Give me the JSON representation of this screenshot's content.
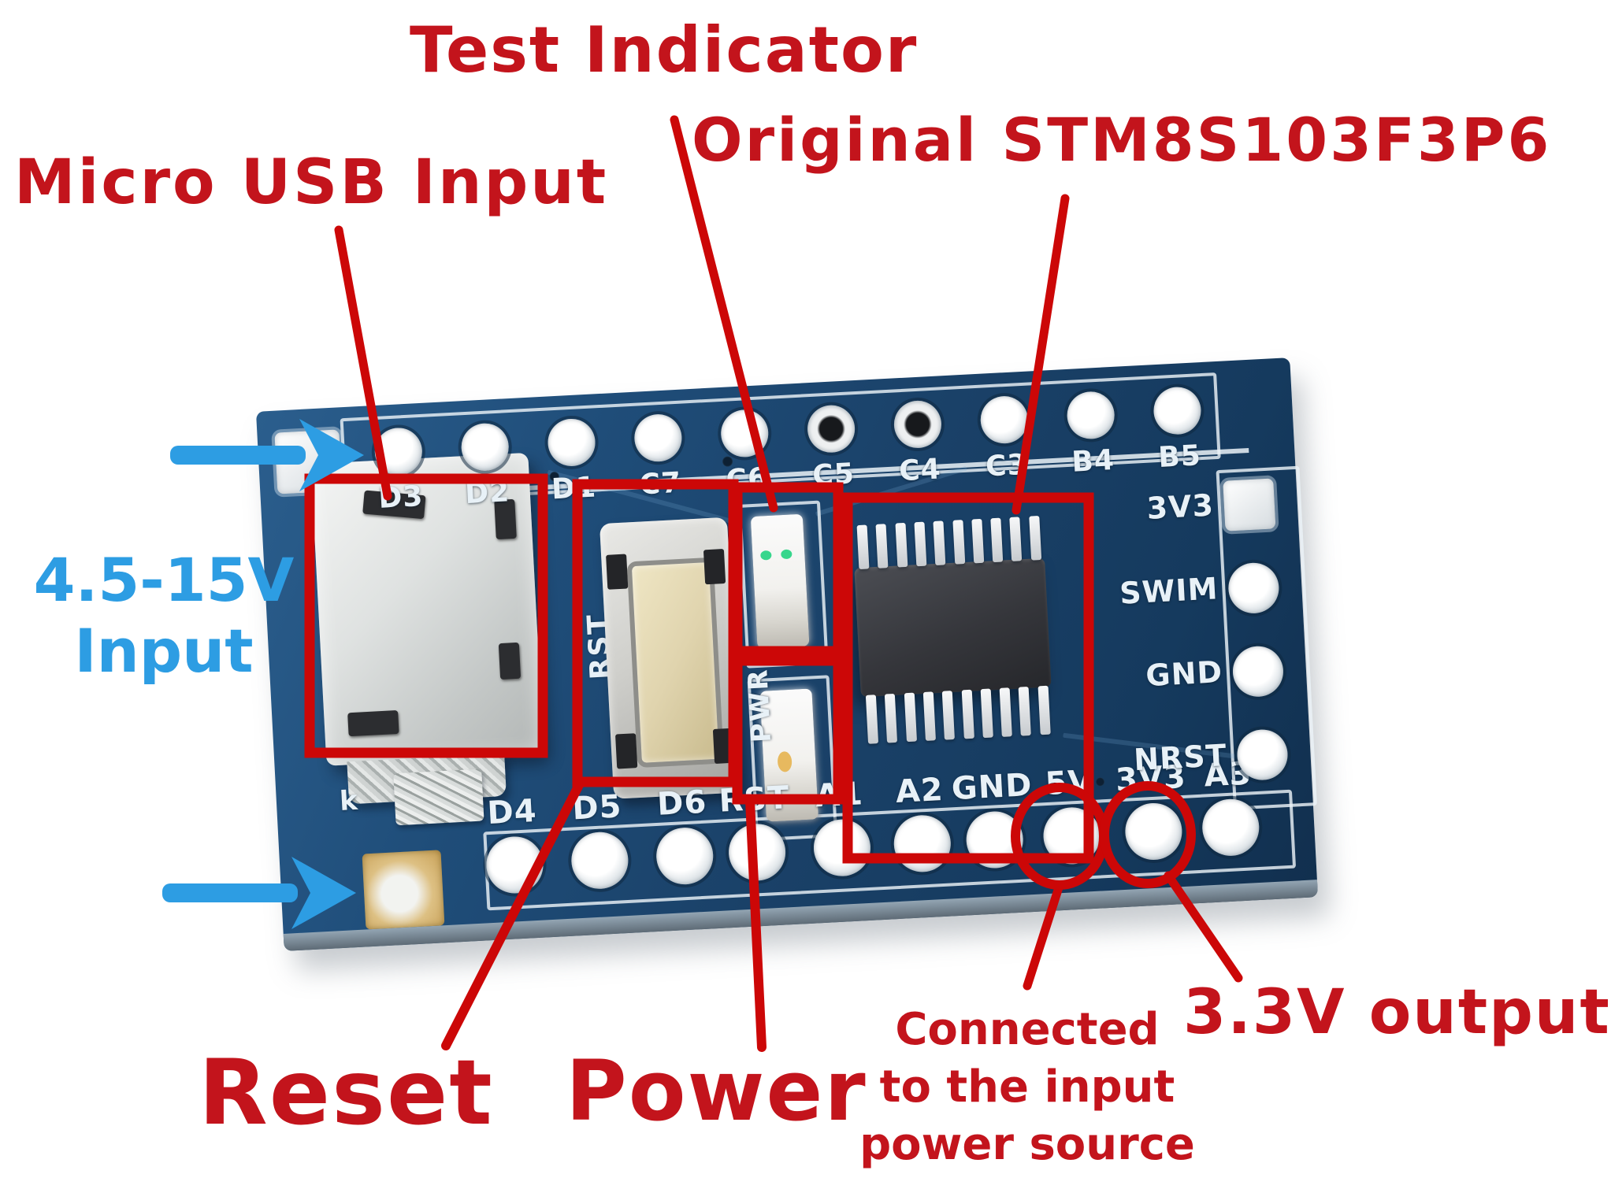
{
  "annotations": {
    "test_indicator": "Test Indicator",
    "original_chip": "Original STM8S103F3P6",
    "micro_usb_input": "Micro USB Input",
    "voltage_input": {
      "line1": "4.5-15V",
      "line2": "Input"
    },
    "reset": "Reset",
    "power": "Power",
    "connected_note": {
      "line1": "Connected",
      "line2": "to the input",
      "line3": "power source"
    },
    "output_3v3": "3.3V output"
  },
  "board": {
    "top_pin_labels": [
      "D3",
      "D2",
      "D1",
      "C7",
      "C6",
      "C5",
      "C4",
      "C3",
      "B4",
      "B5"
    ],
    "right_pin_labels": [
      "3V3",
      "SWIM",
      "GND",
      "NRST"
    ],
    "bottom_pin_labels": [
      "D4",
      "D5",
      "D6",
      "RST",
      "A1",
      "A2",
      "GND",
      "5V",
      "3V3",
      "A3"
    ],
    "silkscreen": {
      "rst": "RST",
      "pwr": "PWR",
      "k": "k"
    }
  },
  "colors": {
    "annotation_red": "#cc0707",
    "label_red": "#c3141c",
    "label_blue": "#2d9de3",
    "arrow_blue": "#2d9de3",
    "pcb_blue": "#1d4a72",
    "silk_white": "#e9f2f8",
    "gold_pad": "#d9b26a"
  }
}
